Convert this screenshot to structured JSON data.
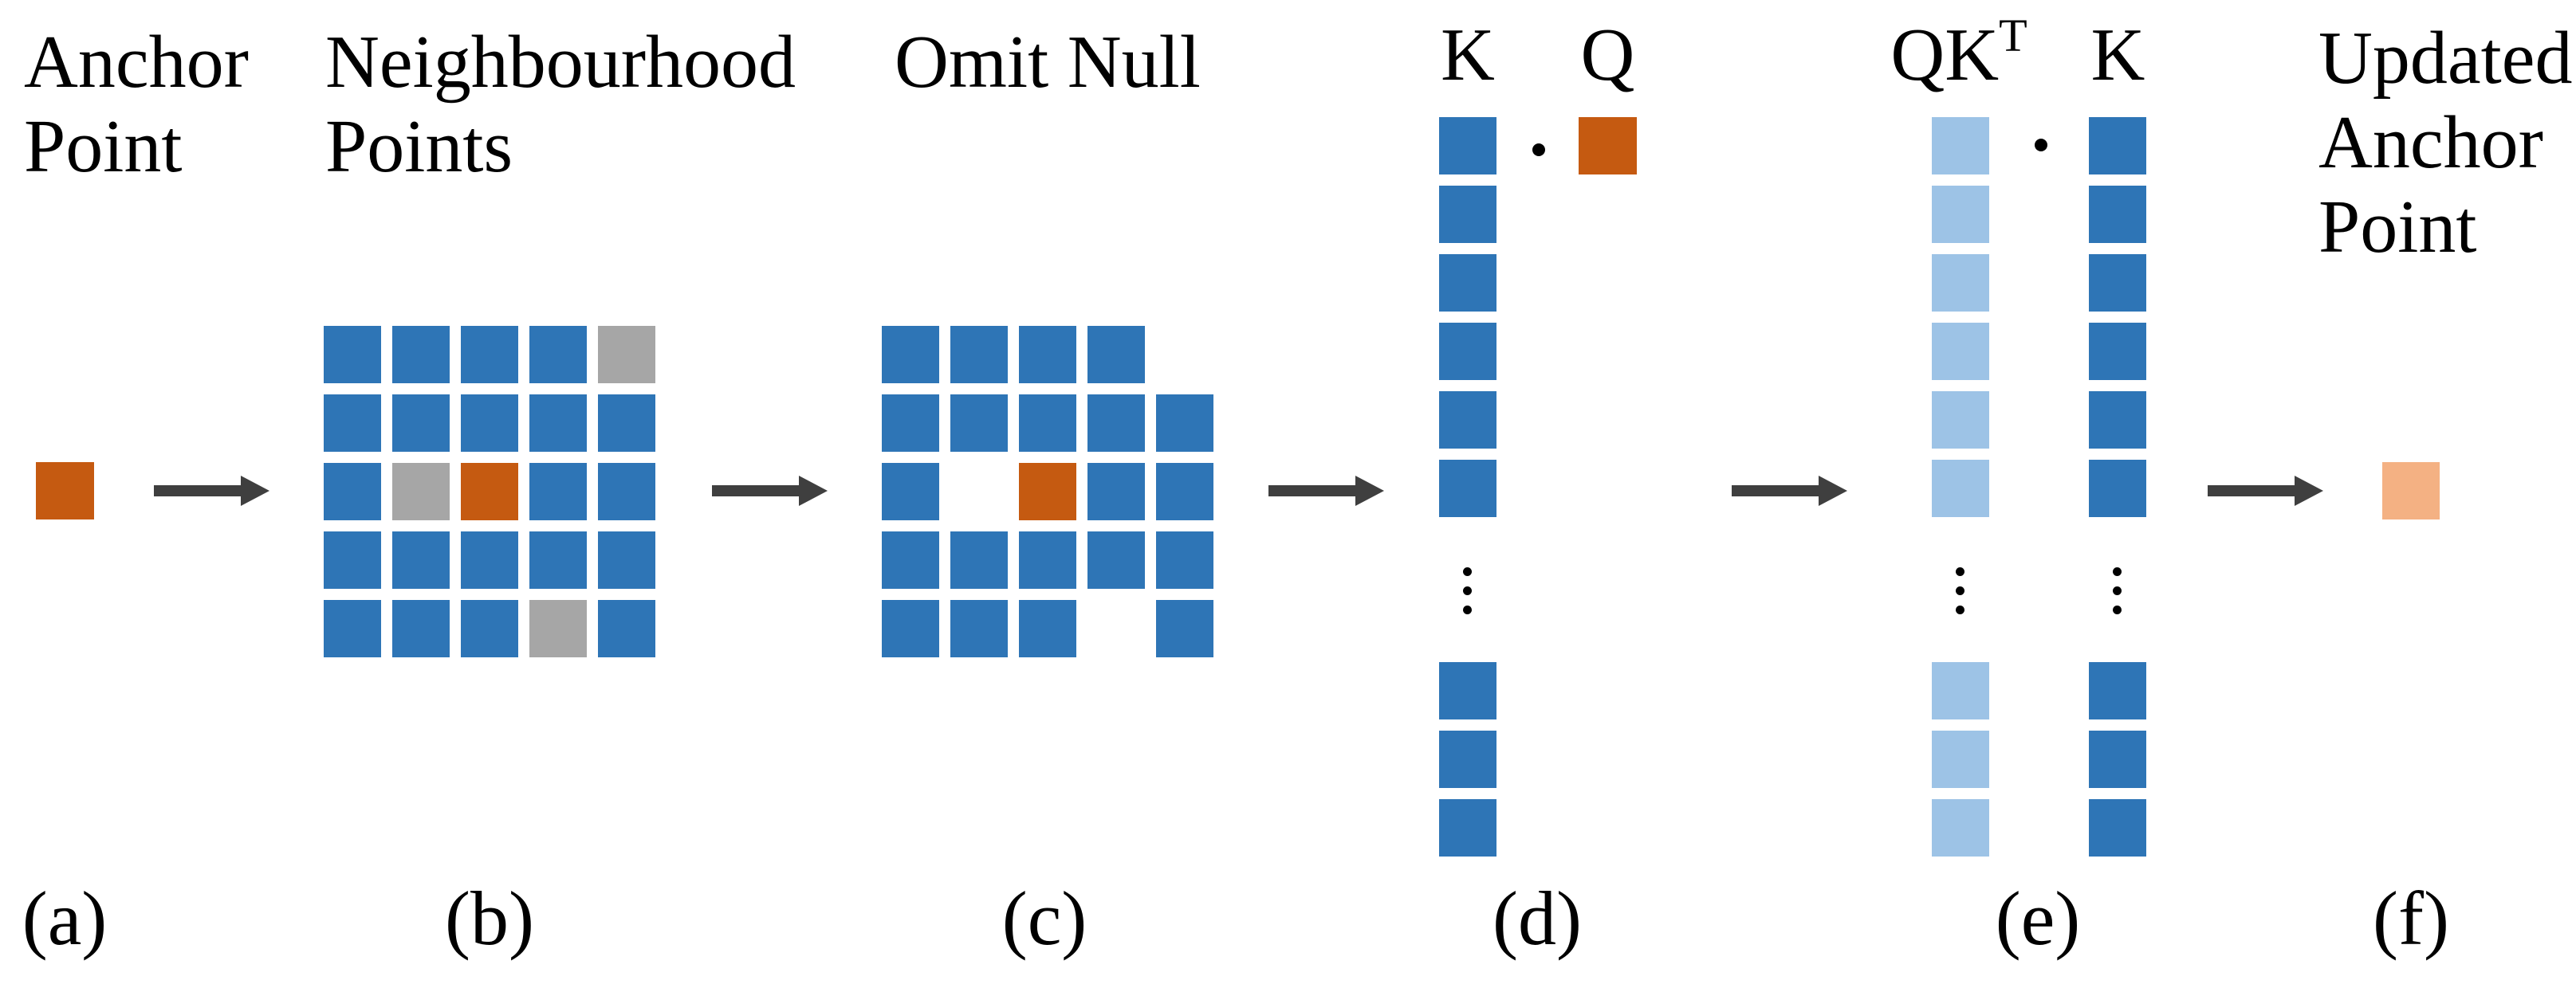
{
  "palette": {
    "blue": "#2E75B6",
    "light_blue": "#9DC3E6",
    "orange": "#C55A11",
    "light_orange": "#F4B183",
    "gray": "#A6A6A6",
    "arrow": "#3F3F3F",
    "text": "#000000",
    "background": "#FFFFFF"
  },
  "sections": {
    "a": {
      "title": "Anchor\nPoint",
      "label": "(a)"
    },
    "b": {
      "title": "Neighbourhood\nPoints",
      "label": "(b)",
      "grid": [
        [
          "B",
          "B",
          "B",
          "B",
          "G"
        ],
        [
          "B",
          "B",
          "B",
          "B",
          "B"
        ],
        [
          "B",
          "G",
          "O",
          "B",
          "B"
        ],
        [
          "B",
          "B",
          "B",
          "B",
          "B"
        ],
        [
          "B",
          "B",
          "B",
          "G",
          "B"
        ]
      ]
    },
    "c": {
      "title": "Omit Null",
      "label": "(c)",
      "grid": [
        [
          "B",
          "B",
          "B",
          "B",
          "."
        ],
        [
          "B",
          "B",
          "B",
          "B",
          "B"
        ],
        [
          "B",
          ".",
          "O",
          "B",
          "B"
        ],
        [
          "B",
          "B",
          "B",
          "B",
          "B"
        ],
        [
          "B",
          "B",
          "B",
          ".",
          "B"
        ]
      ]
    },
    "d": {
      "label": "(d)",
      "k_label": "K",
      "q_label": "Q",
      "dot_symbol": "·",
      "column": {
        "name": "K",
        "color": "B",
        "top_count": 6,
        "bottom_count": 3
      }
    },
    "e": {
      "label": "(e)",
      "qkt_base": "QK",
      "qkt_sup": "T",
      "k_label": "K",
      "dot_symbol": "·",
      "columns": [
        {
          "name": "QKT",
          "color": "LB",
          "top_count": 6,
          "bottom_count": 3
        },
        {
          "name": "K",
          "color": "B",
          "top_count": 6,
          "bottom_count": 3
        }
      ]
    },
    "f": {
      "title": "Updated\nAnchor\nPoint",
      "label": "(f)"
    }
  }
}
